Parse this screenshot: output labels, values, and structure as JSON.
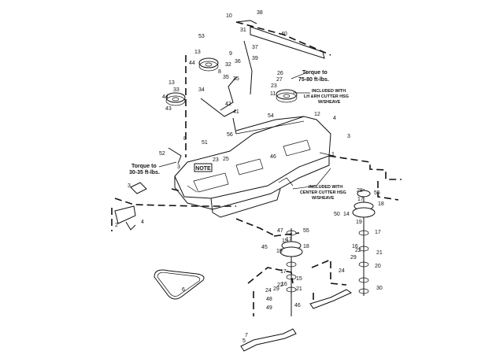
{
  "callouts": {
    "torque_top": [
      "Torque to",
      "75-80 ft-lbs."
    ],
    "torque_left": [
      "Torque to",
      "30-35 ft-lbs."
    ],
    "included_lh_rh": [
      "INCLUDED WITH",
      "LH &RH CUTTER HSG",
      "W/SHEAVE"
    ],
    "included_center": [
      "INCLUDED WITH",
      "CENTER CUTTER HSG",
      "W/SHEAVE"
    ],
    "note": "NOTE"
  },
  "part_numbers": [
    {
      "text": "10"
    },
    {
      "text": "38"
    },
    {
      "text": "31"
    },
    {
      "text": "40"
    },
    {
      "text": "53"
    },
    {
      "text": "13"
    },
    {
      "text": "37"
    },
    {
      "text": "9"
    },
    {
      "text": "39"
    },
    {
      "text": "36"
    },
    {
      "text": "44"
    },
    {
      "text": "32"
    },
    {
      "text": "8"
    },
    {
      "text": "35"
    },
    {
      "text": "26"
    },
    {
      "text": "13"
    },
    {
      "text": "27"
    },
    {
      "text": "33"
    },
    {
      "text": "35"
    },
    {
      "text": "23"
    },
    {
      "text": "34"
    },
    {
      "text": "11"
    },
    {
      "text": "44"
    },
    {
      "text": "42"
    },
    {
      "text": "43"
    },
    {
      "text": "41"
    },
    {
      "text": "12"
    },
    {
      "text": "4"
    },
    {
      "text": "54"
    },
    {
      "text": "8"
    },
    {
      "text": "56"
    },
    {
      "text": "51"
    },
    {
      "text": "3"
    },
    {
      "text": "52"
    },
    {
      "text": "3"
    },
    {
      "text": "25"
    },
    {
      "text": "1"
    },
    {
      "text": "23"
    },
    {
      "text": "46"
    },
    {
      "text": "3"
    },
    {
      "text": "28"
    },
    {
      "text": "55"
    },
    {
      "text": "17"
    },
    {
      "text": "18"
    },
    {
      "text": "50"
    },
    {
      "text": "14"
    },
    {
      "text": "19"
    },
    {
      "text": "17"
    },
    {
      "text": "2"
    },
    {
      "text": "4"
    },
    {
      "text": "47"
    },
    {
      "text": "55"
    },
    {
      "text": "15"
    },
    {
      "text": "17"
    },
    {
      "text": "16"
    },
    {
      "text": "45"
    },
    {
      "text": "18"
    },
    {
      "text": "21"
    },
    {
      "text": "19"
    },
    {
      "text": "22"
    },
    {
      "text": "29"
    },
    {
      "text": "20"
    },
    {
      "text": "17"
    },
    {
      "text": "24"
    },
    {
      "text": "22"
    },
    {
      "text": "15"
    },
    {
      "text": "16"
    },
    {
      "text": "21"
    },
    {
      "text": "30"
    },
    {
      "text": "24"
    },
    {
      "text": "29"
    },
    {
      "text": "48"
    },
    {
      "text": "49"
    },
    {
      "text": "46"
    },
    {
      "text": "6"
    },
    {
      "text": "7"
    },
    {
      "text": "5"
    }
  ]
}
